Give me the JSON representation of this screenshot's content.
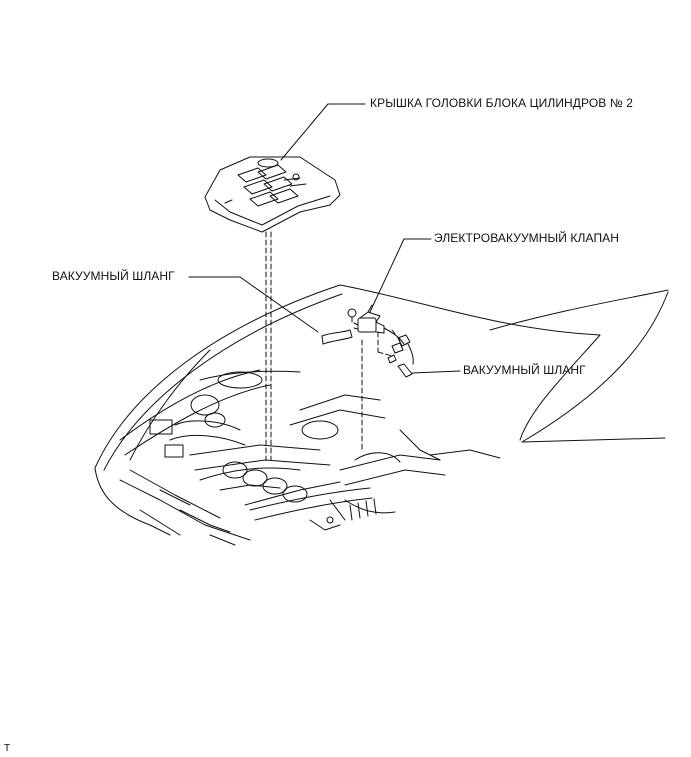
{
  "labels": {
    "cylinder_head_cover": "КРЫШКА ГОЛОВКИ БЛОКА ЦИЛИНДРОВ № 2",
    "vacuum_switching_valve": "ЭЛЕКТРОВАКУУМНЫЙ КЛАПАН",
    "vacuum_hose_left": "ВАКУУМНЫЙ ШЛАНГ",
    "vacuum_hose_right": "ВАКУУМНЫЙ ШЛАНГ"
  },
  "corner_marker": "T"
}
